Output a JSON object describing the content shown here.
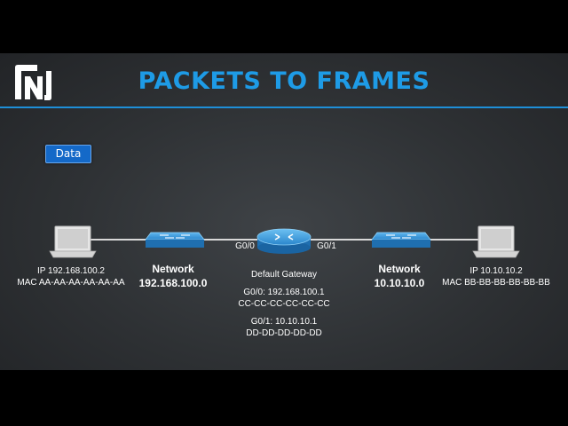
{
  "slide": {
    "title": "PACKETS TO FRAMES",
    "chip": "Data"
  },
  "left_host": {
    "ip": "IP 192.168.100.2",
    "mac": "MAC AA-AA-AA-AA-AA-AA"
  },
  "left_network": {
    "label": "Network",
    "address": "192.168.100.0"
  },
  "router": {
    "port_left": "G0/0",
    "port_right": "G0/1",
    "caption": "Default Gateway",
    "g00_ip": "G0/0: 192.168.100.1",
    "g00_mac": "CC-CC-CC-CC-CC-CC",
    "g01_ip": "G0/1: 10.10.10.1",
    "g01_mac": "DD-DD-DD-DD-DD"
  },
  "right_network": {
    "label": "Network",
    "address": "10.10.10.0"
  },
  "right_host": {
    "ip": "IP 10.10.10.2",
    "mac": "MAC BB-BB-BB-BB-BB-BB"
  },
  "colors": {
    "title": "#1e9be6",
    "chip": "#1469c8",
    "device": "#2d8fd6",
    "link": "#d8d8d8"
  }
}
